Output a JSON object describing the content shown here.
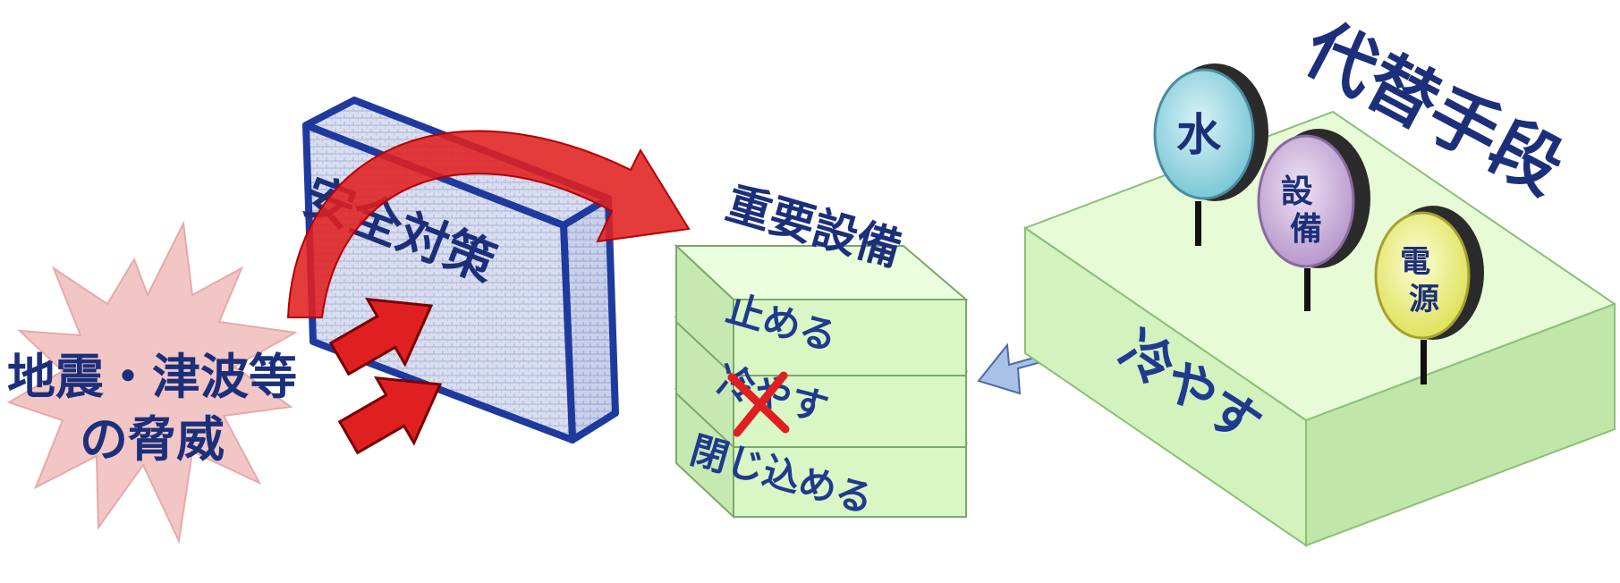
{
  "threat": {
    "line1": "地震・津波等",
    "line2": "の脅威"
  },
  "wall": {
    "label": "安全対策"
  },
  "key_equipment": {
    "title": "重要設備",
    "layers": [
      "止める",
      "冷やす",
      "閉じ込める"
    ],
    "failed_layer": "冷やす"
  },
  "alternative": {
    "title": "代替手段",
    "platform_label": "冷やす",
    "signs": [
      {
        "label": "水",
        "color": "#8fd0dc"
      },
      {
        "label": "設備",
        "color": "#c7a8d6"
      },
      {
        "label": "電源",
        "color": "#e8ec6a"
      }
    ]
  },
  "colors": {
    "text_blue": "#1f3a8f",
    "threat_star": "#f3c6c6",
    "arrow_red": "#e02020",
    "slab_green": "#d8f7c4",
    "slab_edge": "#7aa86a",
    "wall_blue": "#1e3a9e",
    "support_arrow": "#a9c1e6"
  }
}
